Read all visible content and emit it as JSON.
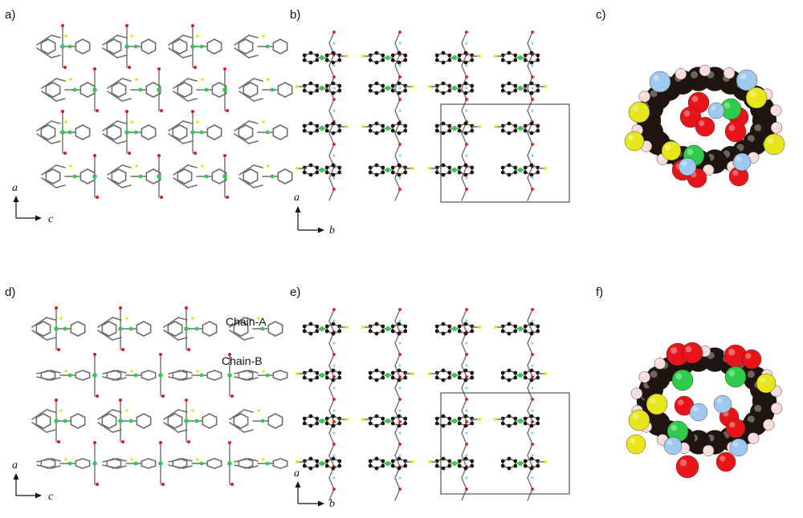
{
  "panels": [
    {
      "id": "a",
      "label": "a)",
      "axes": [
        "a",
        "c"
      ]
    },
    {
      "id": "b",
      "label": "b)",
      "axes": [
        "a",
        "b"
      ]
    },
    {
      "id": "c",
      "label": "c)"
    },
    {
      "id": "d",
      "label": "d)",
      "axes": [
        "a",
        "c"
      ],
      "chains": [
        "Chain-A",
        "Chain-B"
      ]
    },
    {
      "id": "e",
      "label": "e)",
      "axes": [
        "a",
        "b"
      ]
    },
    {
      "id": "f",
      "label": "f)"
    }
  ],
  "colors": {
    "bond": "#6e6e6e",
    "carbon": "#1e1410",
    "hydrogen": "#f7dcdc",
    "oxygen": "#e8141a",
    "nitrogen": "#9ec8ee",
    "sulfur": "#e6e61a",
    "metal": "#2ecc4a"
  },
  "icons": [
    "axis-arrow-up-icon",
    "axis-arrow-right-icon"
  ]
}
